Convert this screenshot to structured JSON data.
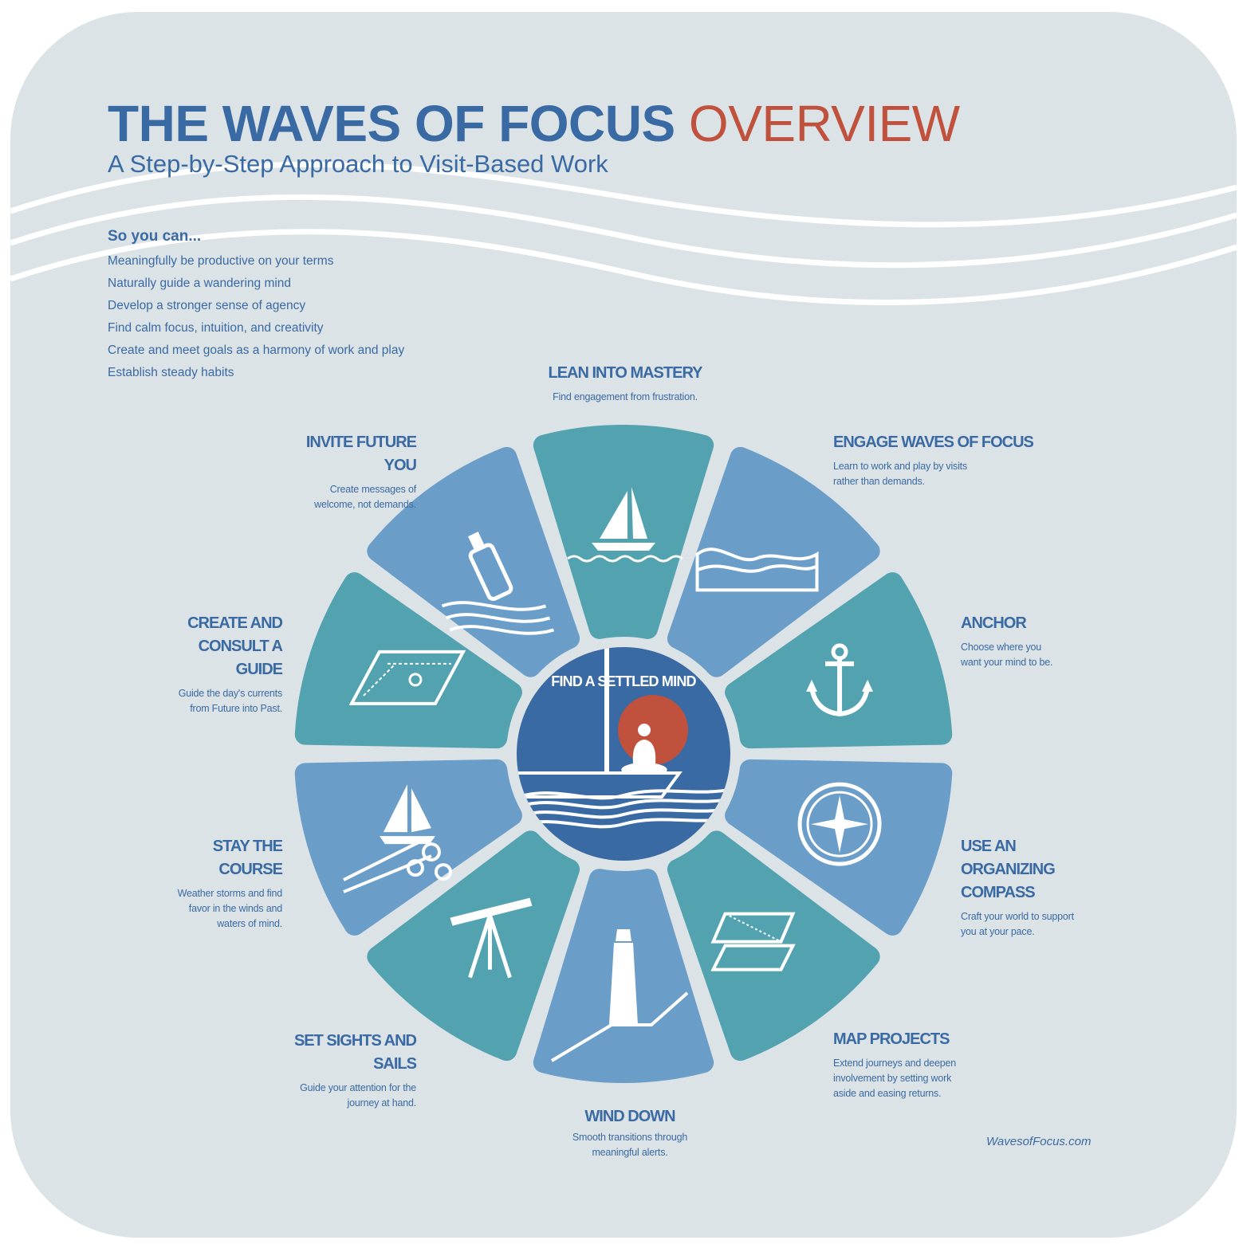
{
  "header": {
    "title_main": "THE WAVES OF FOCUS",
    "title_accent": "OVERVIEW",
    "subtitle": "A Step-by-Step Approach to Visit-Based Work"
  },
  "benefits": {
    "heading": "So you can...",
    "items": [
      "Meaningfully be productive on your terms",
      "Naturally guide a wandering mind",
      "Develop a stronger sense of agency",
      "Find calm focus, intuition, and creativity",
      "Create and meet goals as a harmony of work and play",
      "Establish steady habits"
    ]
  },
  "center": {
    "label": "FIND A SETTLED MIND",
    "icon": "meditating-person-on-boat-icon"
  },
  "steps": [
    {
      "title": "LEAN INTO MASTERY",
      "desc": "Find engagement from frustration.",
      "icon": "sailboat-icon"
    },
    {
      "title": "ENGAGE WAVES OF FOCUS",
      "desc": "Learn to work and play by visits rather than demands.",
      "icon": "wave-icon"
    },
    {
      "title": "ANCHOR",
      "desc": "Choose where you want your mind to be.",
      "icon": "anchor-icon"
    },
    {
      "title": "USE AN ORGANIZING COMPASS",
      "desc": "Craft your world to support you at your pace.",
      "icon": "compass-icon"
    },
    {
      "title": "MAP PROJECTS",
      "desc": "Extend journeys and deepen involvement by setting work aside and easing returns.",
      "icon": "maps-icon"
    },
    {
      "title": "WIND DOWN",
      "desc": "Smooth transitions through meaningful alerts.",
      "icon": "lighthouse-icon"
    },
    {
      "title": "SET SIGHTS AND SAILS",
      "desc": "Guide your attention for the journey at hand.",
      "icon": "telescope-icon"
    },
    {
      "title": "STAY THE COURSE",
      "desc": "Weather storms and find favor in the winds and waters of mind.",
      "icon": "sailboat-waves-icon"
    },
    {
      "title": "CREATE AND CONSULT A GUIDE",
      "desc": "Guide the day's currents from Future into Past.",
      "icon": "map-icon"
    },
    {
      "title": "INVITE FUTURE YOU",
      "desc": "Create messages of welcome, not demands.",
      "icon": "message-bottle-icon"
    }
  ],
  "colors": {
    "background": "#dce3e7",
    "primary": "#3a6aa3",
    "accent": "#c0513c",
    "teal": "#52a2b0",
    "light_blue": "#6a9dc8"
  },
  "footer": {
    "website": "WavesofFocus.com"
  }
}
